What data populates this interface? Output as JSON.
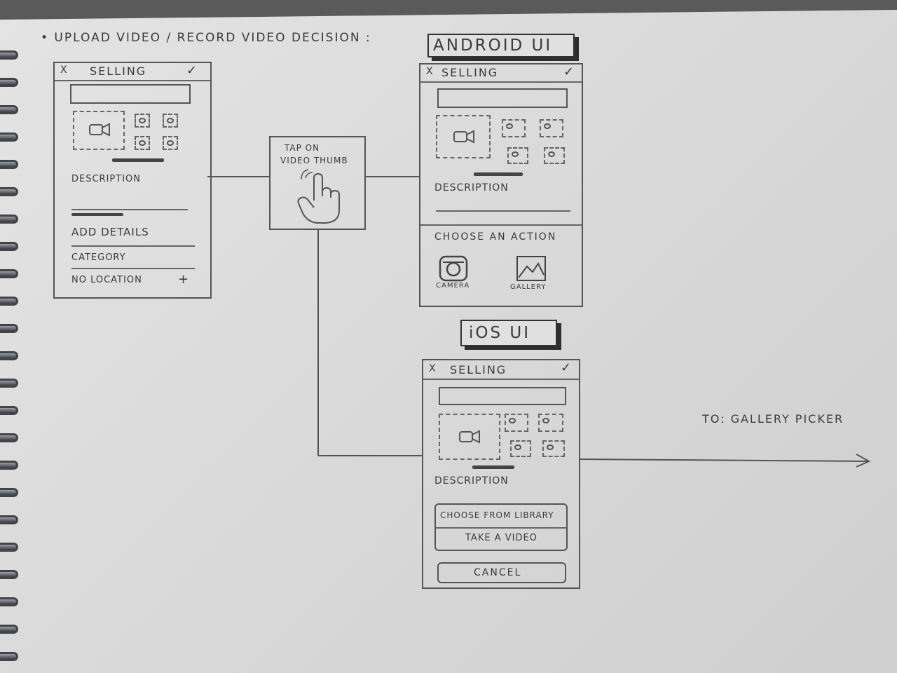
{
  "header": {
    "title": "• UPLOAD VIDEO / RECORD VIDEO DECISION :"
  },
  "labels": {
    "android": "ANDROID UI",
    "ios": "iOS UI"
  },
  "gesture": {
    "line1": "TAP ON",
    "line2": "VIDEO THUMB"
  },
  "screen_left": {
    "close": "X",
    "title": "SELLING",
    "check": "✓",
    "description": "DESCRIPTION",
    "add_details": "ADD DETAILS",
    "category": "CATEGORY",
    "location": "NO LOCATION",
    "plus": "+"
  },
  "screen_android": {
    "close": "X",
    "title": "SELLING",
    "check": "✓",
    "description": "DESCRIPTION",
    "choose_action": "CHOOSE AN ACTION",
    "camera": "CAMERA",
    "gallery": "GALLERY"
  },
  "screen_ios": {
    "close": "X",
    "title": "SELLING",
    "check": "✓",
    "description": "DESCRIPTION",
    "choose_library": "CHOOSE FROM LIBRARY",
    "take_video": "TAKE A VIDEO",
    "cancel": "CANCEL"
  },
  "destination": {
    "label": "TO: GALLERY PICKER"
  },
  "colors": {
    "paper": "#dcdcdc",
    "ink": "#3a3a3a"
  }
}
